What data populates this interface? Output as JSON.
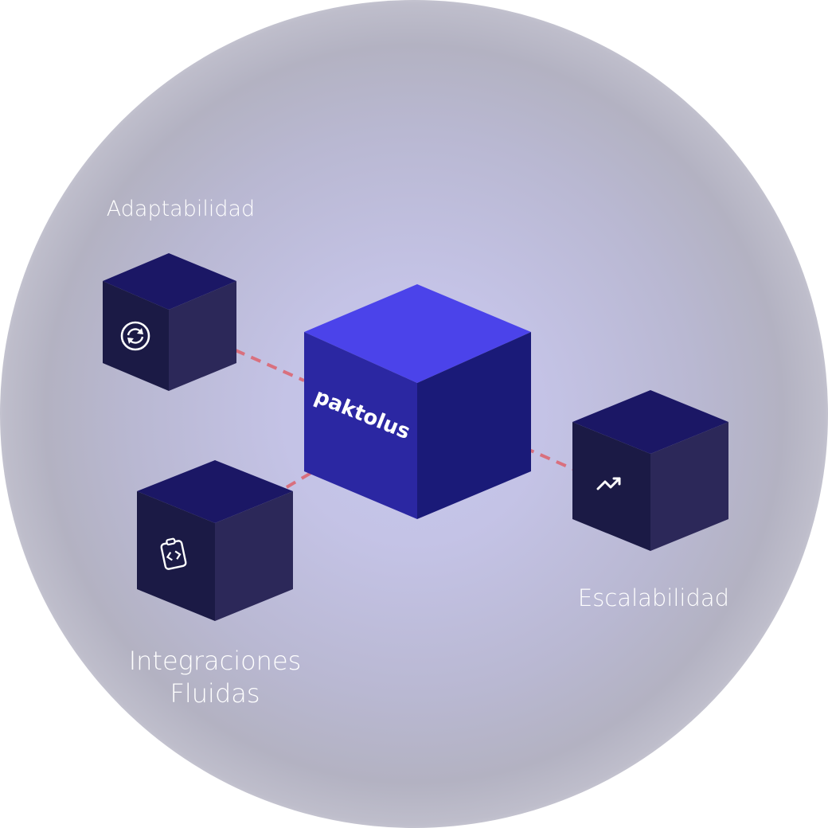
{
  "diagram": {
    "center": {
      "brand": "paktolus"
    },
    "nodes": [
      {
        "id": "adaptabilidad",
        "label": "Adaptabilidad",
        "icon": "sync-icon"
      },
      {
        "id": "integraciones",
        "label_lines": [
          "Integraciones",
          "Fluidas"
        ],
        "icon": "code-clipboard-icon"
      },
      {
        "id": "escalabilidad",
        "label": "Escalabilidad",
        "icon": "trend-up-icon"
      }
    ],
    "connector_style": "dashed"
  },
  "colors": {
    "center_top": "#4b43ea",
    "center_left": "#2b27a2",
    "center_right": "#1a1a78",
    "node_top": "#1b1765",
    "node_left": "#1b1a45",
    "node_right": "#2c2859",
    "connector": "#d9707e",
    "label": "#ffffff"
  }
}
